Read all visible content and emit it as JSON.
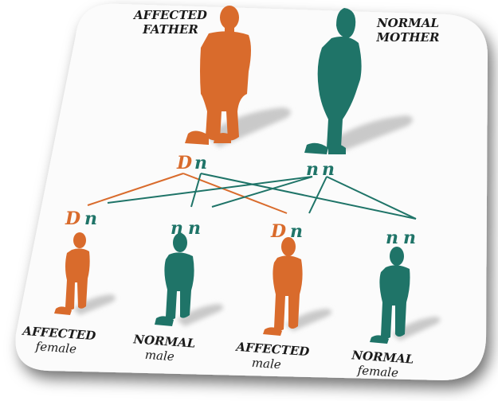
{
  "colors": {
    "affected": "#d96b2c",
    "normal": "#1f7468",
    "shadow": "#c8c8c8",
    "card": "#fbfbfb"
  },
  "parents": {
    "father": {
      "label_line1": "AFFECTED",
      "label_line2": "FATHER",
      "genotype_a": "D",
      "genotype_b": "n",
      "status": "affected"
    },
    "mother": {
      "label_line1": "NORMAL",
      "label_line2": "MOTHER",
      "genotype_a": "n",
      "genotype_b": "n",
      "status": "normal"
    }
  },
  "children": [
    {
      "genotype_a": "D",
      "genotype_b": "n",
      "label_line1": "AFFECTED",
      "label_line2": "female",
      "status": "affected"
    },
    {
      "genotype_a": "n",
      "genotype_b": "n",
      "label_line1": "NORMAL",
      "label_line2": "male",
      "status": "normal"
    },
    {
      "genotype_a": "D",
      "genotype_b": "n",
      "label_line1": "AFFECTED",
      "label_line2": "male",
      "status": "affected"
    },
    {
      "genotype_a": "n",
      "genotype_b": "n",
      "label_line1": "NORMAL",
      "label_line2": "female",
      "status": "normal"
    }
  ]
}
